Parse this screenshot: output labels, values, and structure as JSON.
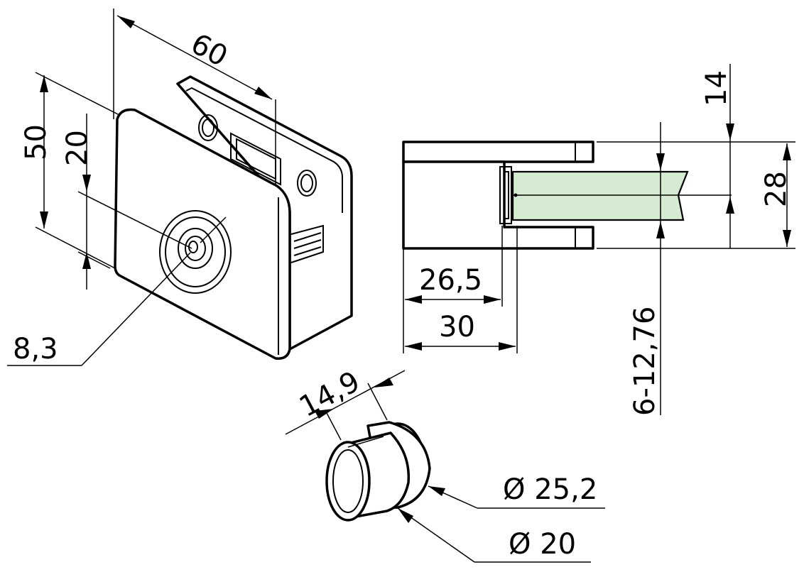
{
  "dimensions": {
    "width_60": "60",
    "height_50": "50",
    "height_20": "20",
    "hole_8_3": "8,3",
    "depth_26_5": "26,5",
    "depth_30": "30",
    "offset_14": "14",
    "height_28": "28",
    "glass_range": "6-12,76",
    "bushing_len": "14,9",
    "dia_25_2": "Ø 25,2",
    "dia_20": "Ø 20"
  },
  "colors": {
    "glass": "#d6ecd2",
    "line": "#000000"
  }
}
